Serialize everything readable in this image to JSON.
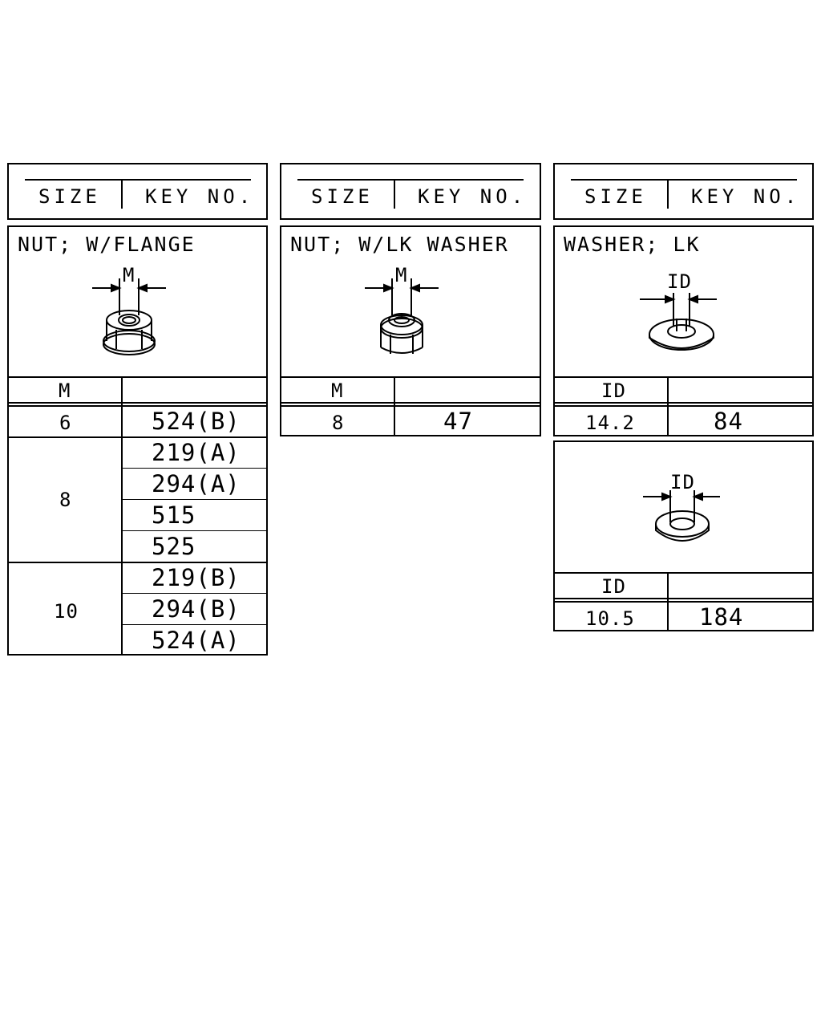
{
  "header": {
    "size_label": "SIZE",
    "key_label": "KEY NO."
  },
  "panels": [
    {
      "title": "NUT; W/FLANGE",
      "dim_label": "M",
      "col_label": "M",
      "icon": "flange-nut-icon",
      "rows": [
        {
          "size": "6",
          "keys": [
            "524(B)"
          ]
        },
        {
          "size": "8",
          "keys": [
            "219(A)",
            "294(A)",
            "515",
            "525"
          ]
        },
        {
          "size": "10",
          "keys": [
            "219(B)",
            "294(B)",
            "524(A)"
          ]
        }
      ]
    },
    {
      "title": "NUT; W/LK WASHER",
      "dim_label": "M",
      "col_label": "M",
      "icon": "lock-washer-nut-icon",
      "rows": [
        {
          "size": "8",
          "keys": [
            "47"
          ]
        }
      ]
    },
    {
      "title": "WASHER; LK",
      "dim_label": "ID",
      "col_label": "ID",
      "icon": "lock-washer-icon",
      "rows": [
        {
          "size": "14.2",
          "keys": [
            "84"
          ]
        }
      ]
    },
    {
      "title": "",
      "dim_label": "ID",
      "col_label": "ID",
      "icon": "plain-washer-icon",
      "rows": [
        {
          "size": "10.5",
          "keys": [
            "184"
          ]
        }
      ]
    }
  ]
}
